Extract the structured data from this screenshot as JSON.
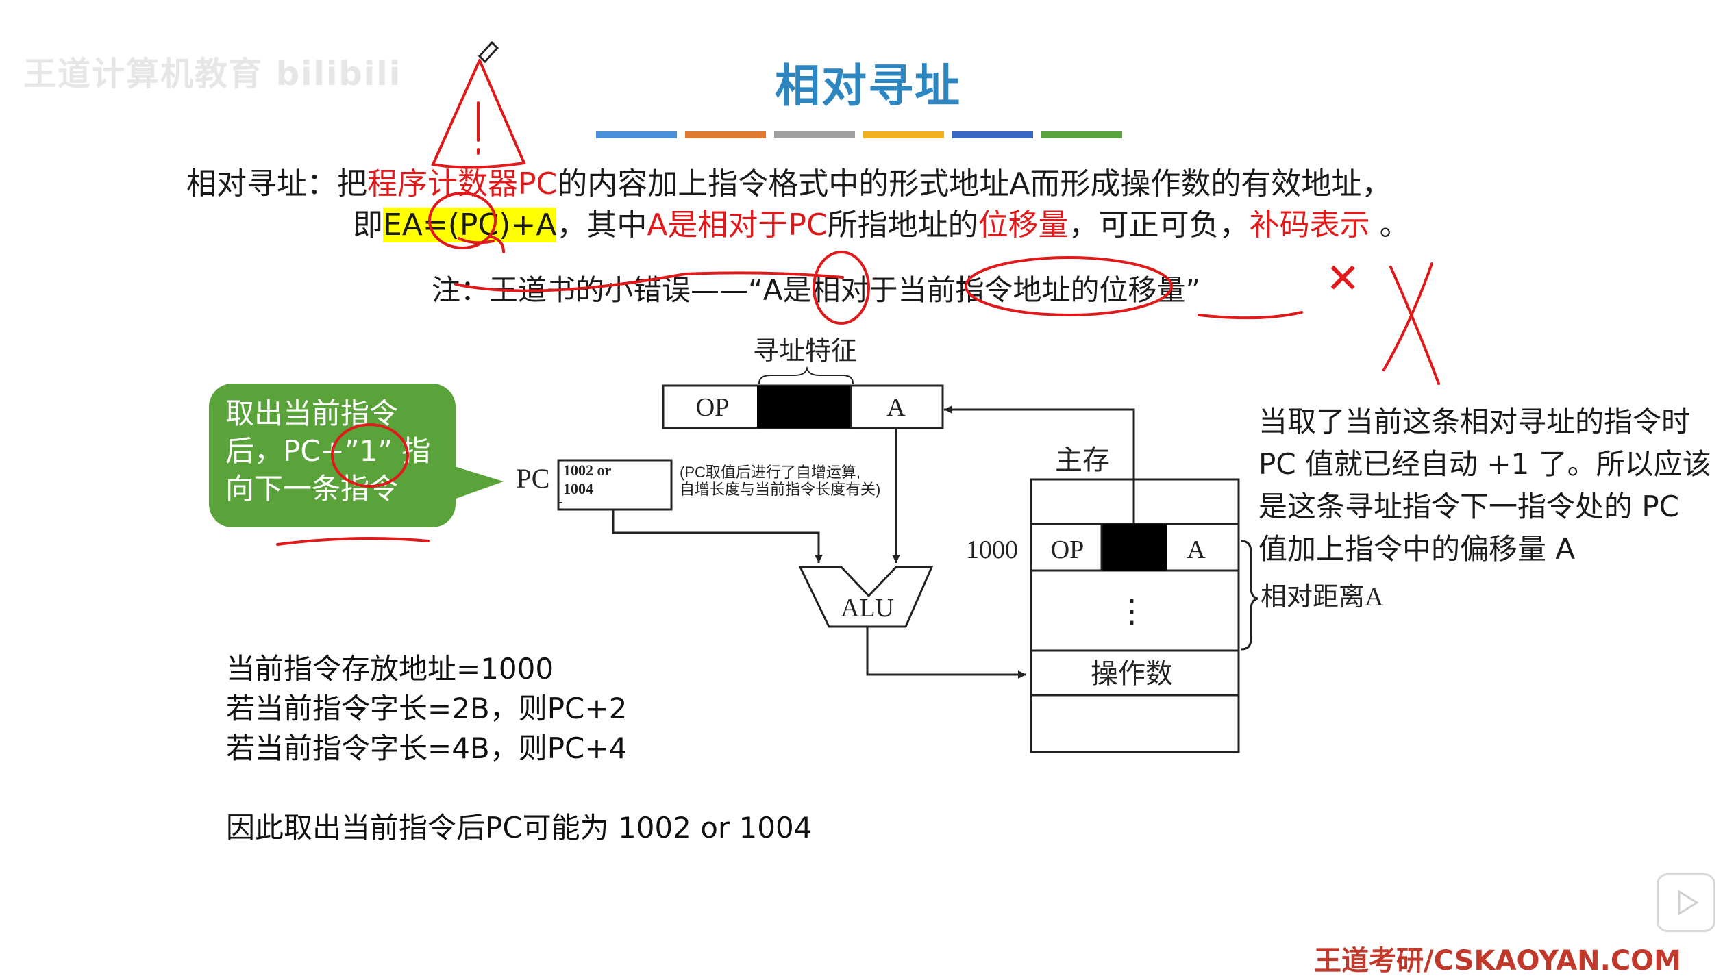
{
  "watermark": "王道计算机教育 bilibili",
  "title": "相对寻址",
  "title_bar_colors": [
    "#4a90d9",
    "#e07a30",
    "#a0a0a0",
    "#f2b01e",
    "#3a66c4",
    "#5aa33a"
  ],
  "definition": {
    "line1_prefix": "相对寻址：把",
    "line1_red": "程序计数器PC",
    "line1_suffix": "的内容加上指令格式中的形式地址A而形成操作数的有效地址，",
    "line2_prefix": "即",
    "line2_highlight": "EA=(PC)+A",
    "line2_mid": "，其中",
    "line2_red1": "A是相对于PC",
    "line2_mid2": "所指地址的",
    "line2_red2": "位移量",
    "line2_mid3": "，可正可负，",
    "line2_red3": "补码表示",
    "line2_end": " 。"
  },
  "note": {
    "text": "注：王道书的小错误——“A是相对于当前指令地址的位移量”",
    "cross": "✕"
  },
  "callout": {
    "line1": "取出当前指令",
    "line2": "后，PC+”1” 指",
    "line3": "向下一条指令"
  },
  "diagram": {
    "feature_label": "寻址特征",
    "instr_op": "OP",
    "instr_a": "A",
    "pc_label": "PC",
    "pc_value1": "1002    or",
    "pc_value2": "1004",
    "pc_note1": "(PC取值后进行了自增运算,",
    "pc_note2": "自增长度与当前指令长度有关)",
    "alu": "ALU",
    "memory_label": "主存",
    "mem_addr": "1000",
    "mem_op": "OP",
    "mem_a": "A",
    "mem_dots": "⋮",
    "mem_operand": "操作数",
    "relative_distance": "相对距离A"
  },
  "right_note": {
    "line1": "当取了当前这条相对寻址的指令时",
    "line2": "PC 值就已经自动 +1 了。所以应该",
    "line3": "是这条寻址指令下一指令处的 PC",
    "line4": "值加上指令中的偏移量 A"
  },
  "left_note": {
    "line1": "当前指令存放地址=1000",
    "line2": "若当前指令字长=2B，则PC+2",
    "line3": "若当前指令字长=4B，则PC+4",
    "line4": "因此取出当前指令后PC可能为 1002 or 1004"
  },
  "brand": "王道考研/CSKAOYAN.COM",
  "colors": {
    "title": "#2e86c1",
    "red": "#e0191b",
    "highlight": "#ffff00",
    "callout": "#5aa33a",
    "brand": "#c0392b"
  }
}
